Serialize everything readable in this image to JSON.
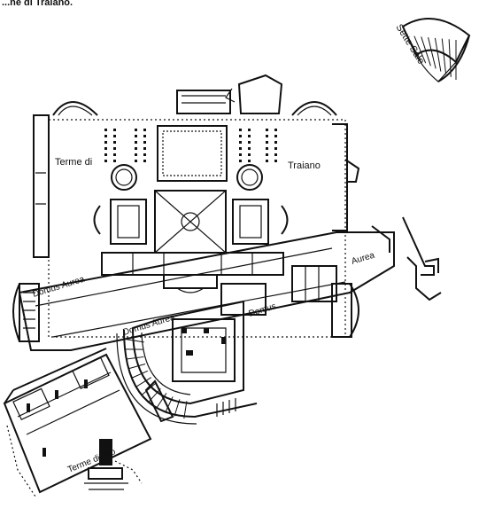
{
  "top_text": "...ne di Traiano.",
  "labels": {
    "sette_sale": "Sette Sale",
    "terme_di": "Terme di",
    "traiano": "Traiano",
    "domus_aurea_left": "Domus Aurea",
    "domus_aurea_center": "Domus Aurea",
    "domus_right": "Domus",
    "aurea_right": "Aurea",
    "terme_di_tito": "Terme di Tito"
  },
  "colors": {
    "ink": "#111111",
    "paper": "#ffffff"
  }
}
